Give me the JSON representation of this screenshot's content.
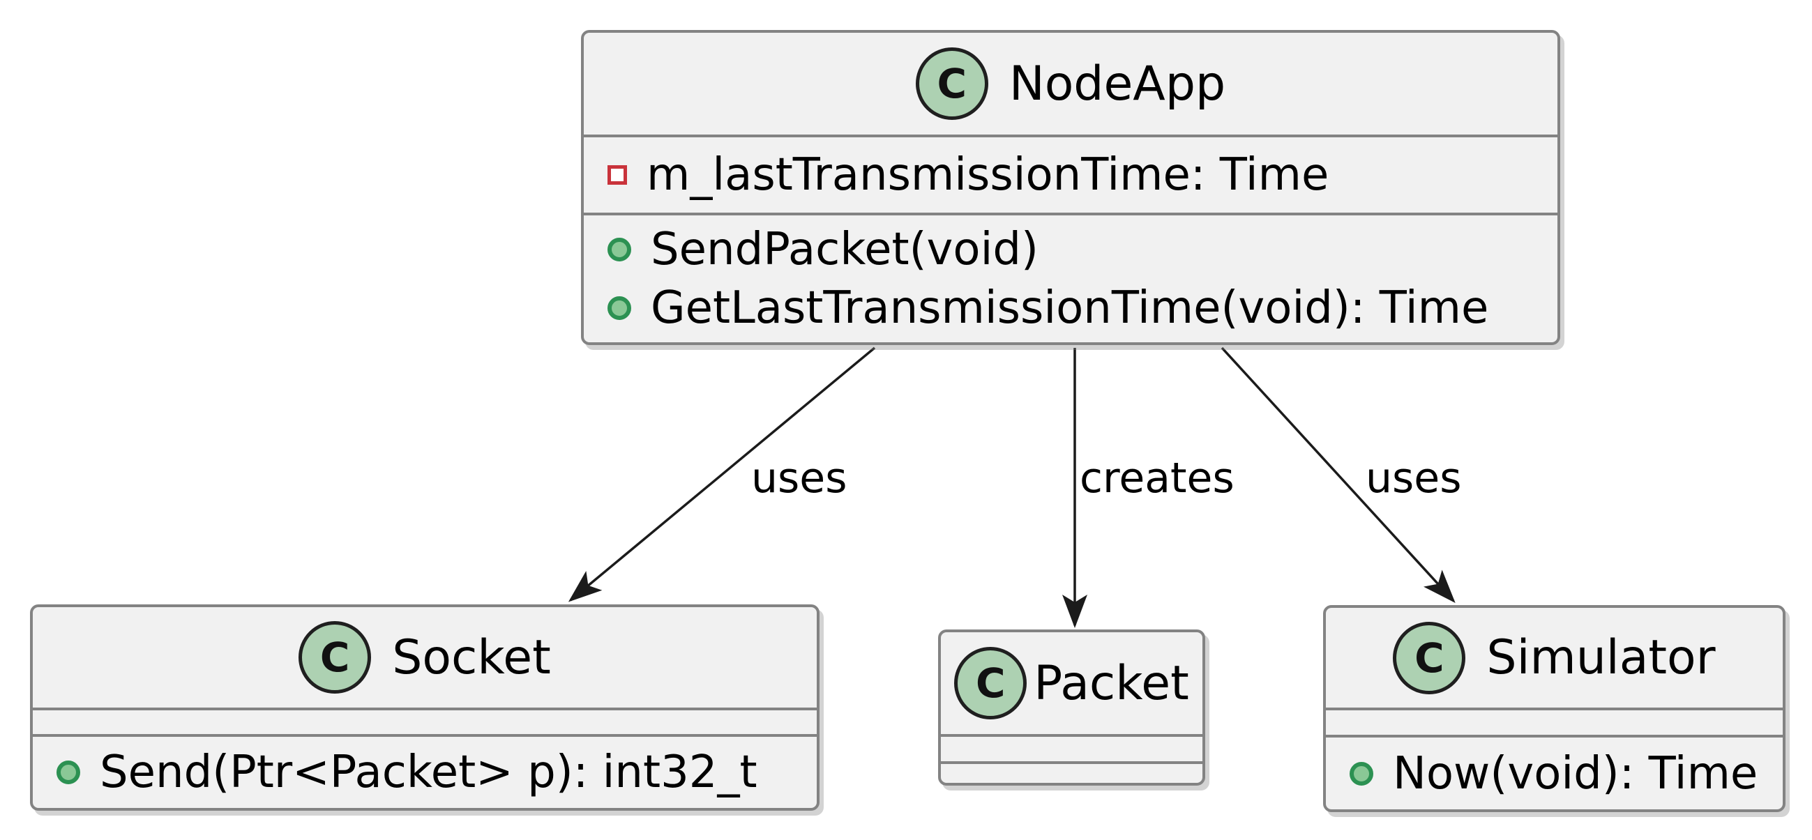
{
  "diagram": {
    "type": "uml-class-diagram",
    "classes": [
      {
        "name": "NodeApp",
        "stereotype": "C",
        "attributes": [
          {
            "visibility": "private",
            "text": "m_lastTransmissionTime: Time"
          }
        ],
        "methods": [
          {
            "visibility": "public",
            "text": "SendPacket(void)"
          },
          {
            "visibility": "public",
            "text": "GetLastTransmissionTime(void): Time"
          }
        ]
      },
      {
        "name": "Socket",
        "stereotype": "C",
        "attributes": [],
        "methods": [
          {
            "visibility": "public",
            "text": "Send(Ptr<Packet> p): int32_t"
          }
        ]
      },
      {
        "name": "Packet",
        "stereotype": "C",
        "attributes": [],
        "methods": []
      },
      {
        "name": "Simulator",
        "stereotype": "C",
        "attributes": [],
        "methods": [
          {
            "visibility": "public",
            "text": "Now(void): Time"
          }
        ]
      }
    ],
    "edges": [
      {
        "from": "NodeApp",
        "to": "Socket",
        "label": "uses"
      },
      {
        "from": "NodeApp",
        "to": "Packet",
        "label": "creates"
      },
      {
        "from": "NodeApp",
        "to": "Simulator",
        "label": "uses"
      }
    ],
    "colors": {
      "box_fill": "#F1F1F1",
      "box_border": "#838383",
      "class_icon_fill": "#ADD1B2",
      "class_icon_border": "#1F1F1F",
      "public_icon": "#2C9152",
      "private_icon": "#C9333B",
      "arrow": "#1B1B1B"
    }
  }
}
